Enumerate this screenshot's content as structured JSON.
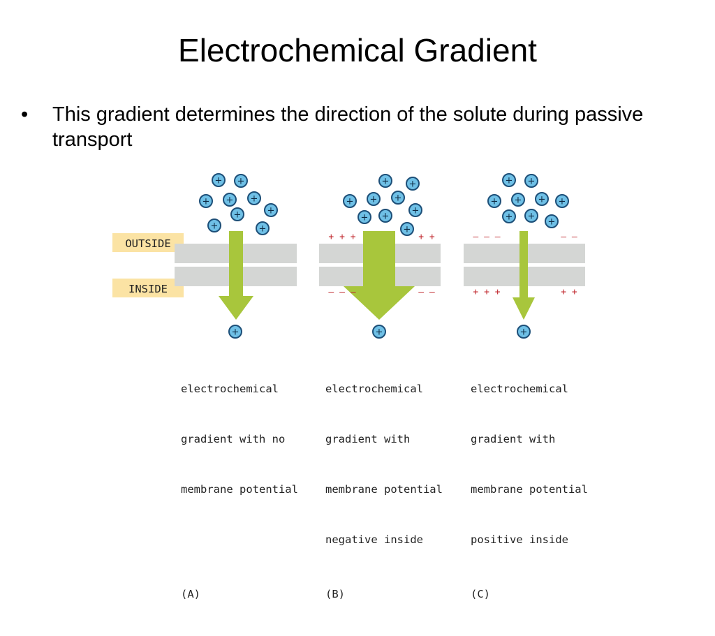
{
  "slide": {
    "title": "Electrochemical Gradient",
    "bullet_glyph": "•",
    "bullet": "This gradient determines the direction of the solute during passive transport"
  },
  "figure": {
    "outside_label": "OUTSIDE",
    "inside_label": "INSIDE",
    "ion_symbol": "+",
    "panels": [
      {
        "id": "A",
        "outside_charges_left": "",
        "outside_charges_right": "",
        "inside_charges_left": "",
        "inside_charges_right": "",
        "caption_lines": [
          "electrochemical",
          "gradient with no",
          "membrane potential"
        ],
        "tag": "(A)"
      },
      {
        "id": "B",
        "outside_charges_left": "+ + +",
        "outside_charges_right": "+ +",
        "inside_charges_left": "– – –",
        "inside_charges_right": "– –",
        "caption_lines": [
          "electrochemical",
          "gradient with",
          "membrane potential",
          "negative inside"
        ],
        "tag": "(B)"
      },
      {
        "id": "C",
        "outside_charges_left": "– – –",
        "outside_charges_right": "– –",
        "inside_charges_left": "+ + +",
        "inside_charges_right": "+ +",
        "caption_lines": [
          "electrochemical",
          "gradient with",
          "membrane potential",
          "positive inside"
        ],
        "tag": "(C)"
      }
    ],
    "colors": {
      "membrane": "#d4d6d4",
      "arrow": "#a8c63c",
      "ion_fill": "#6fc0e6",
      "ion_stroke": "#1d4f78",
      "label_bg": "#fbe3a4",
      "charge": "#c0272d"
    }
  }
}
